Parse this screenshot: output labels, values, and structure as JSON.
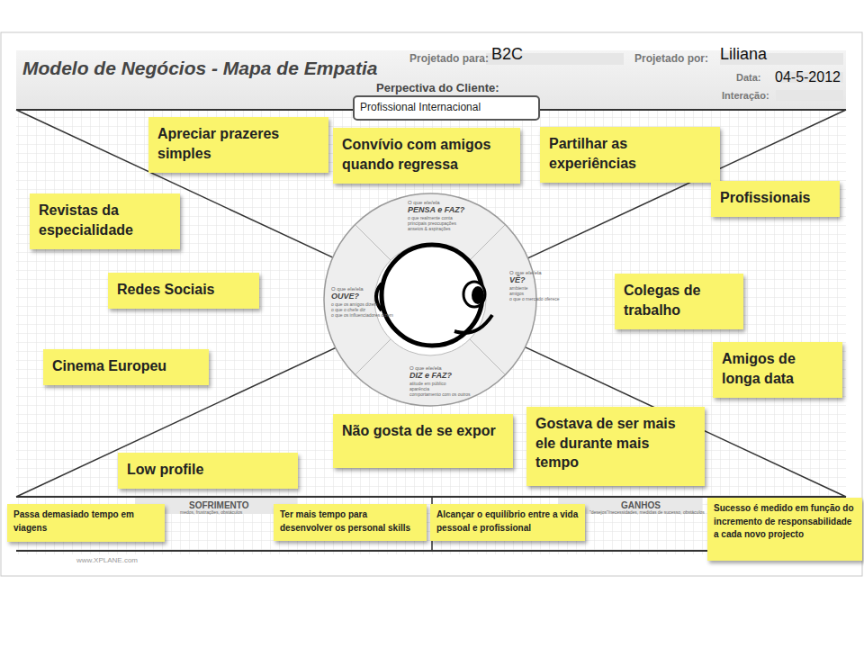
{
  "diagram": {
    "title": "Modelo de Negócios - Mapa de Empatia",
    "nodes": [
      {
        "text": [
          "Perpectiva do Cliente:",
          "Profissional Internacional"
        ]
      },
      {
        "text": [
          "Apreciar prazeres simples"
        ]
      },
      {
        "text": [
          "Convívio com amigos quando regressa"
        ]
      },
      {
        "text": [
          "Partilhar as experiências"
        ]
      },
      {
        "text": [
          "Profissionais"
        ]
      },
      {
        "text": [
          "Revistas da especialidade"
        ]
      },
      {
        "text": [
          "Redes Sociais"
        ]
      },
      {
        "text": [
          "Colegas de trabalho"
        ]
      },
      {
        "text": [
          "Cinema Europeu"
        ]
      },
      {
        "text": [
          "Amigos de longa data"
        ]
      },
      {
        "text": [
          "Não gosta de se expor"
        ]
      },
      {
        "text": [
          "Gostava de ser mais ele durante mais tempo"
        ]
      },
      {
        "text": [
          "Low profile"
        ]
      },
      {
        "text": [
          "Passa demasiado tempo em viagens"
        ]
      },
      {
        "text": [
          "Ter mais tempo para desenvolver os personal skills"
        ]
      },
      {
        "text": [
          "Alcançar o equilíbrio entre a vida pessoal e profissional"
        ]
      },
      {
        "text": [
          "Sucesso é medido em função do incremento de responsabilidade  a cada novo projecto"
        ]
      }
    ],
    "labels": [
      "Projetado para:",
      "B2C",
      "Projetado por:",
      "Liliana",
      "Data:",
      "04-5-2012",
      "Interação:",
      "O que ele/ela",
      "PENSA e FAZ?",
      "o que realmente conta",
      "principais preocupações",
      "anseios & aspirações",
      "O que ele/ela",
      "VÊ?",
      "ambiente",
      "amigos",
      "o que o mercado oferece",
      "O que ele/ela",
      "OUVE?",
      "o que os amigos dizem",
      "o que o chefe diz",
      "o que os influenciadores dizem",
      "O que ele/ela",
      "DIZ e FAZ?",
      "atitude em público",
      "aparência",
      "comportamento com os outros",
      "SOFRIMENTO",
      "medos, frustrações, obstáculos",
      "GANHOS",
      "\"desejos\"/necessidades, medidas de sucesso, obstáculos",
      "www.XPLANE.com"
    ]
  }
}
